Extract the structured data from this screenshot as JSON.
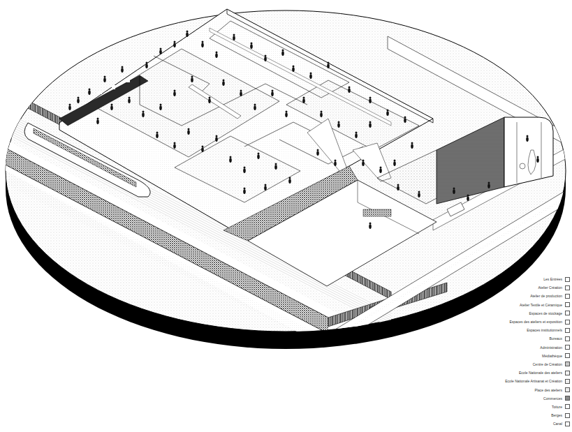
{
  "diagram": {
    "legend": [
      {
        "text": "Les Entrées",
        "color": "#ffffff"
      },
      {
        "text": "Atelier Création",
        "color": "#ffffff"
      },
      {
        "text": "Atelier de production",
        "color": "#ffffff"
      },
      {
        "text": "Atelier Textile et Céramique",
        "color": "#ffffff"
      },
      {
        "text": "Espaces de stockage",
        "color": "#ffffff"
      },
      {
        "text": "Espaces des ateliers et exposition",
        "color": "#ffffff"
      },
      {
        "text": "Espaces institutionnels",
        "color": "#ffffff"
      },
      {
        "text": "Bureaux",
        "color": "#ffffff"
      },
      {
        "text": "Administration",
        "color": "#ffffff"
      },
      {
        "text": "Médiathèque",
        "color": "#ffffff"
      },
      {
        "text": "Centre de Création",
        "color": "#c8c8c8"
      },
      {
        "text": "Ecole Nationale des ateliers",
        "color": "#f0f0f0"
      },
      {
        "text": "Ecole Nationale Artisanat et Création",
        "color": "#f0f0f0"
      },
      {
        "text": "Place des ateliers",
        "color": "#ebebeb"
      },
      {
        "text": "Commerces",
        "color": "#8a8a8a"
      },
      {
        "text": "Toiture",
        "color": "#ffffff"
      },
      {
        "text": "Berges",
        "color": "#ffffff"
      },
      {
        "text": "Canal",
        "color": "#ffffff"
      }
    ]
  }
}
